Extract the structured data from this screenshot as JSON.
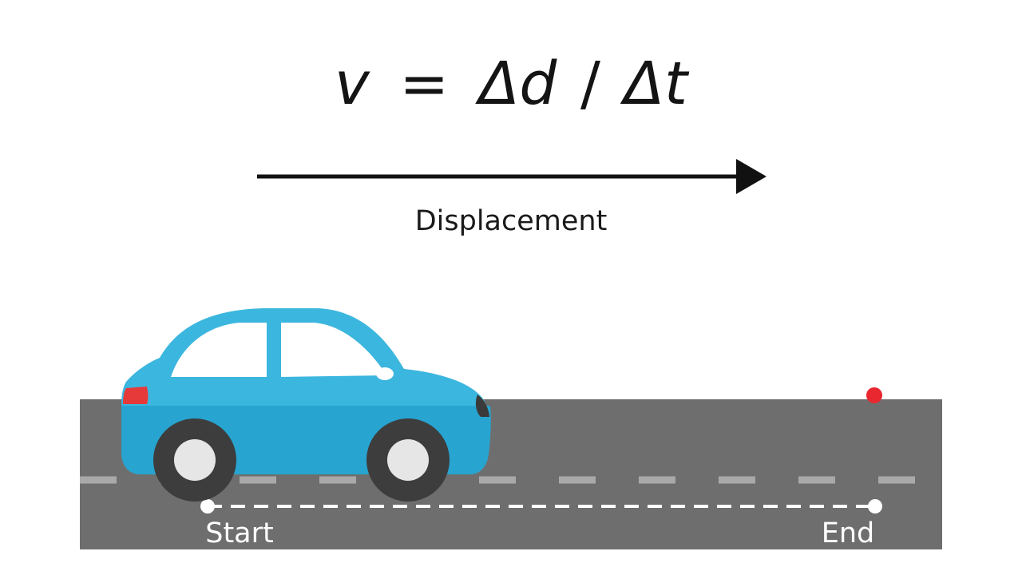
{
  "formula": {
    "v": "v",
    "eq": "=",
    "delta_d": "Δd",
    "slash": "/",
    "delta_t": "Δt"
  },
  "arrow": {
    "label": "Displacement"
  },
  "road": {
    "start_label": "Start",
    "end_label": "End"
  },
  "colors": {
    "road": "#6e6e6e",
    "lane_dash": "#a9a9a9",
    "path_dash": "#ffffff",
    "car_body": "#3bb6de",
    "car_lower": "#27a4cf",
    "window": "#ffffff",
    "tail_light": "#e63a3a",
    "end_marker": "#e8272f",
    "tire": "#3d3d3d",
    "hub": "#e6e6e6"
  }
}
